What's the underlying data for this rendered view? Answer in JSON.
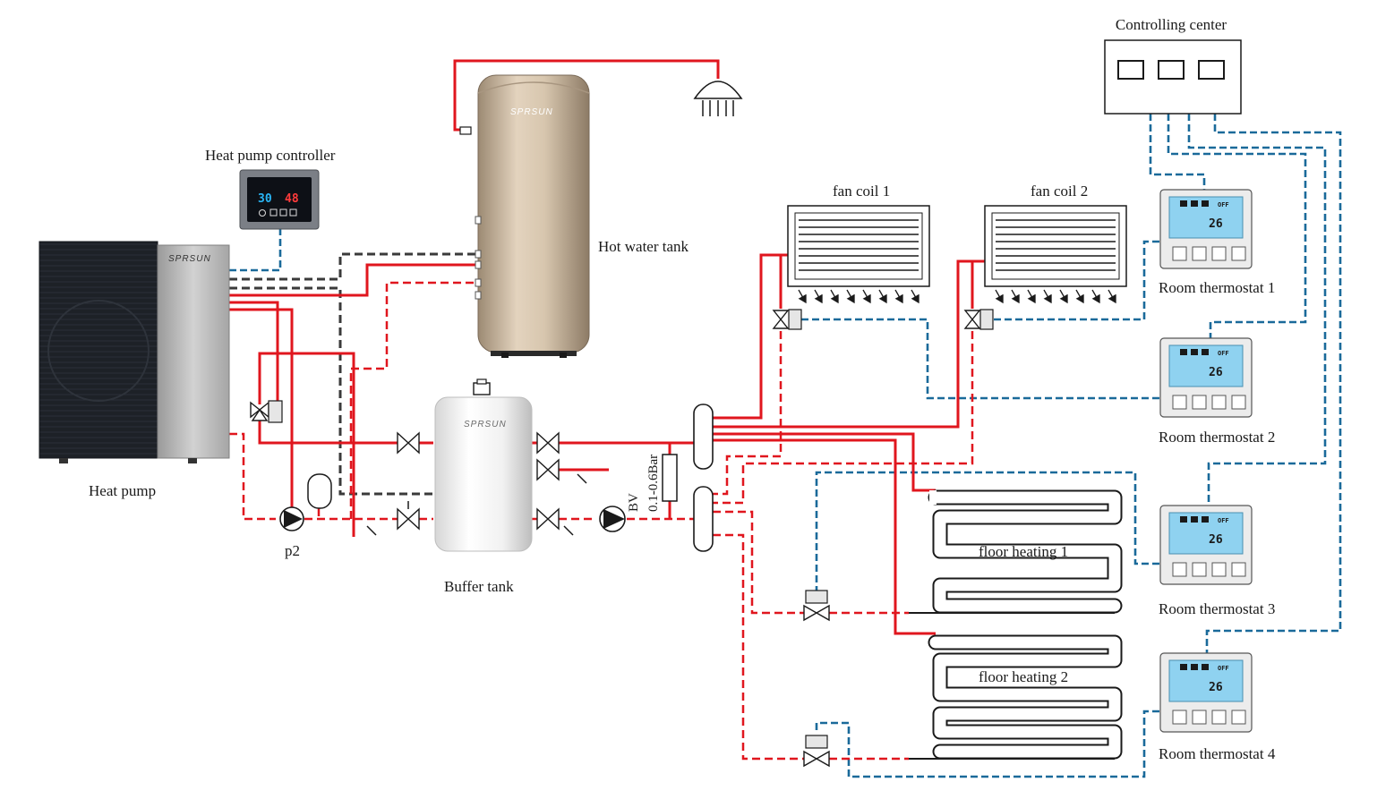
{
  "labels": {
    "controlling_center": "Controlling center",
    "heat_pump_controller": "Heat pump controller",
    "hot_water_tank": "Hot water tank",
    "heat_pump": "Heat pump",
    "buffer_tank": "Buffer tank",
    "pump_p2": "p2",
    "bypass": "BV",
    "bypass_pressure": "0.1-0.6Bar",
    "fan_coil_1": "fan coil 1",
    "fan_coil_2": "fan coil 2",
    "floor_heating_1": "floor heating 1",
    "floor_heating_2": "floor heating 2",
    "thermostat_1": "Room thermostat 1",
    "thermostat_2": "Room thermostat 2",
    "thermostat_3": "Room thermostat 3",
    "thermostat_4": "Room thermostat 4"
  },
  "brand": {
    "name": "SPRSUN"
  },
  "controller_display": {
    "left_temp": "30",
    "right_temp": "48"
  },
  "thermostat_display": {
    "mode": "OFF",
    "temp": "26"
  },
  "colors": {
    "supply_pipe": "#e0161e",
    "return_pipe": "#e0161e",
    "signal_wire": "#1a6a9a",
    "tank_pipe": "#3a3a3a"
  },
  "icons": {
    "shower": "shower-head-icon",
    "pump": "circulation-pump-icon",
    "valve": "valve-icon"
  }
}
